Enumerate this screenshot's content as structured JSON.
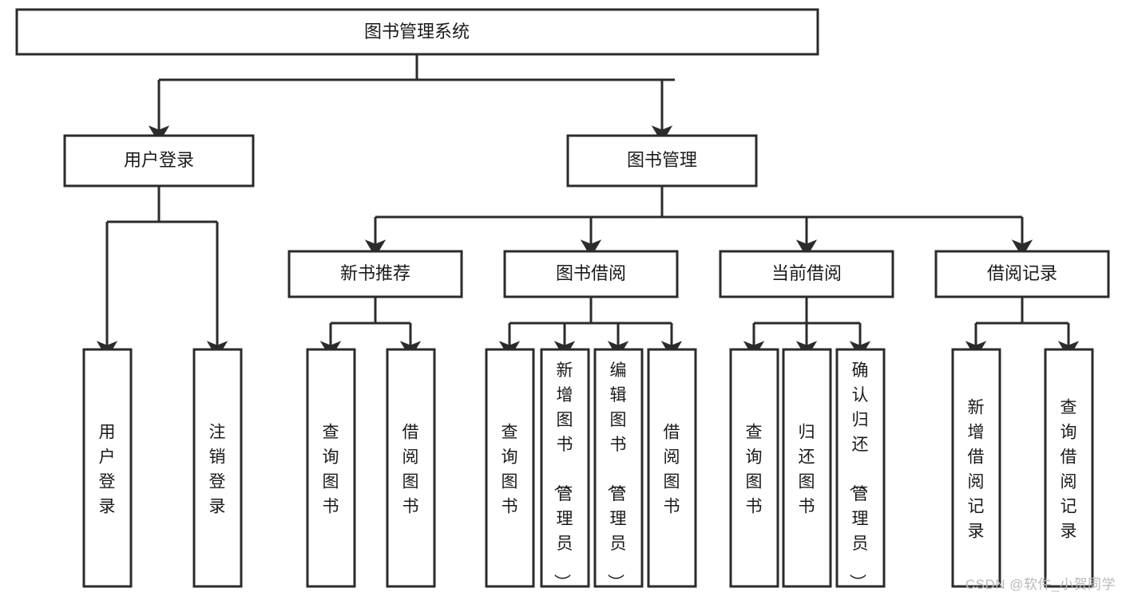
{
  "diagram": {
    "title_node": {
      "id": "root",
      "label": "图书管理系统"
    },
    "level2": [
      {
        "id": "user-login",
        "label": "用户登录"
      },
      {
        "id": "book-manage",
        "label": "图书管理"
      }
    ],
    "level3": [
      {
        "id": "new-book-recommend",
        "label": "新书推荐"
      },
      {
        "id": "book-borrow",
        "label": "图书借阅"
      },
      {
        "id": "current-borrow",
        "label": "当前借阅"
      },
      {
        "id": "borrow-record",
        "label": "借阅记录"
      }
    ],
    "leaves": [
      {
        "id": "leaf-user-login",
        "label": "用户登录",
        "parent": "user-login"
      },
      {
        "id": "leaf-user-logout",
        "label": "注销登录",
        "parent": "user-login"
      },
      {
        "id": "leaf-query-book-1",
        "label": "查询图书",
        "parent": "new-book-recommend"
      },
      {
        "id": "leaf-borrow-book-1",
        "label": "借阅图书",
        "parent": "new-book-recommend"
      },
      {
        "id": "leaf-query-book-2",
        "label": "查询图书",
        "parent": "book-borrow"
      },
      {
        "id": "leaf-add-book",
        "label": "新增图书（管理员）",
        "parent": "book-borrow"
      },
      {
        "id": "leaf-edit-book",
        "label": "编辑图书（管理员）",
        "parent": "book-borrow"
      },
      {
        "id": "leaf-borrow-book-2",
        "label": "借阅图书",
        "parent": "book-borrow"
      },
      {
        "id": "leaf-query-book-3",
        "label": "查询图书",
        "parent": "current-borrow"
      },
      {
        "id": "leaf-return-book",
        "label": "归还图书",
        "parent": "current-borrow"
      },
      {
        "id": "leaf-confirm-return",
        "label": "确认归还（管理员）",
        "parent": "current-borrow"
      },
      {
        "id": "leaf-add-record",
        "label": "新增借阅记录",
        "parent": "borrow-record"
      },
      {
        "id": "leaf-query-record",
        "label": "查询借阅记录",
        "parent": "borrow-record"
      }
    ]
  },
  "watermark": {
    "text": "CSDN @软件_小贺同学"
  },
  "colors": {
    "box_stroke": "#2b2b2b",
    "box_fill": "#ffffff",
    "text": "#1a1a1a",
    "background": "#ffffff",
    "watermark": "#b9b9b9"
  }
}
